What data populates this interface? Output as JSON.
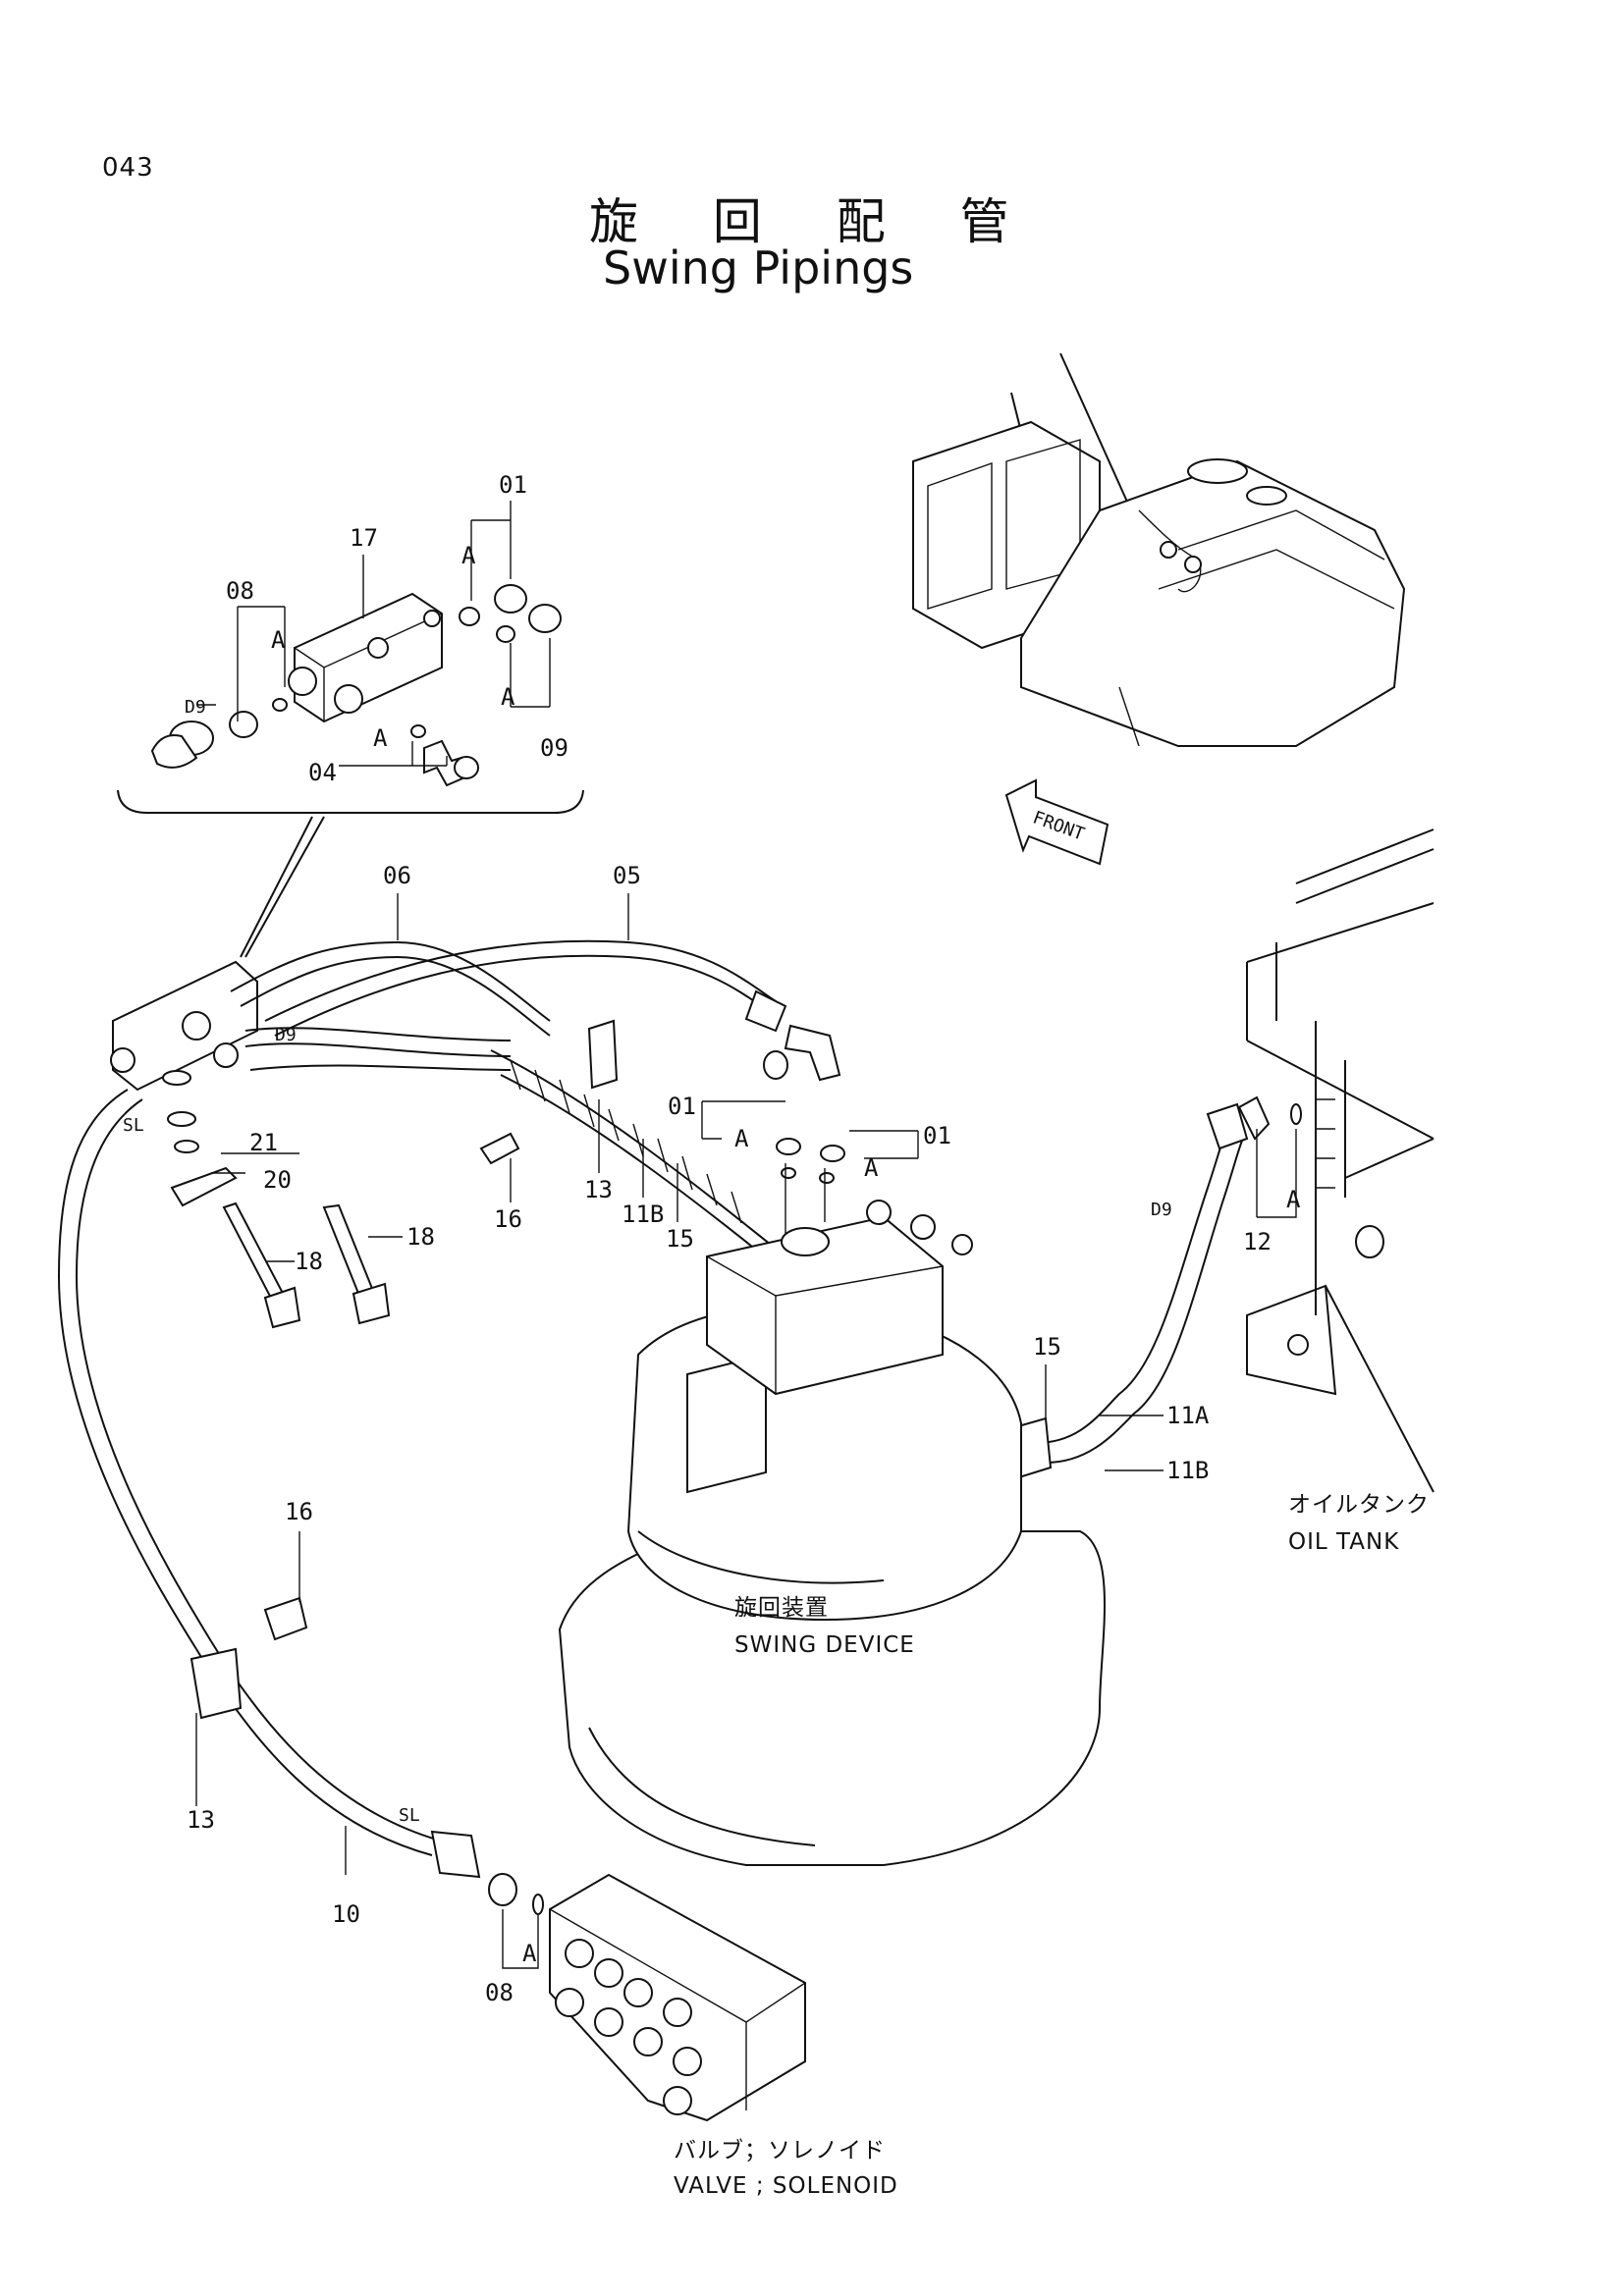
{
  "page_number": "043",
  "title_jp": "旋 回 配 管",
  "title_en": "Swing Pipings",
  "labels": {
    "p01": "01",
    "p04": "04",
    "p05": "05",
    "p06": "06",
    "p08": "08",
    "p09": "09",
    "p10": "10",
    "p11A": "11A",
    "p11B": "11B",
    "p12": "12",
    "p13": "13",
    "p15": "15",
    "p16": "16",
    "p17": "17",
    "p18": "18",
    "p20": "20",
    "p21": "21",
    "a": "A",
    "d9": "D9",
    "sl": "SL",
    "front": "FRONT"
  },
  "captions": {
    "oil_tank_jp": "オイルタンク",
    "oil_tank_en": "OIL TANK",
    "swing_device_jp": "旋回装置",
    "swing_device_en": "SWING DEVICE",
    "valve_jp": "バルブ；ソレノイド",
    "valve_en": "VALVE ; SOLENOID"
  }
}
